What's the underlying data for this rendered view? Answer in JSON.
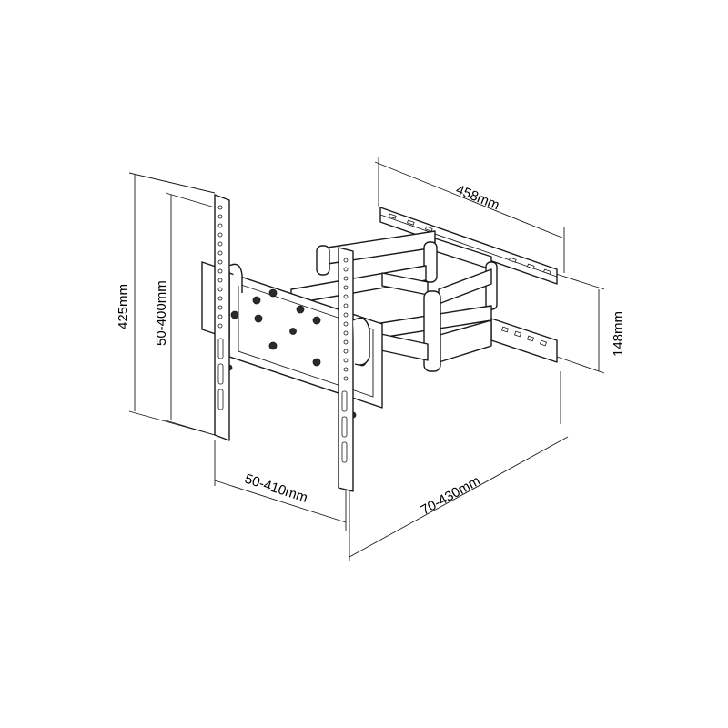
{
  "dimensions": {
    "width_top": "458mm",
    "depth_right": "148mm",
    "height_outer": "425mm",
    "height_inner": "50-400mm",
    "spacing_bottom": "50-410mm",
    "extension": "70-430mm"
  },
  "colors": {
    "line": "#1a1a1a",
    "background": "#ffffff"
  }
}
